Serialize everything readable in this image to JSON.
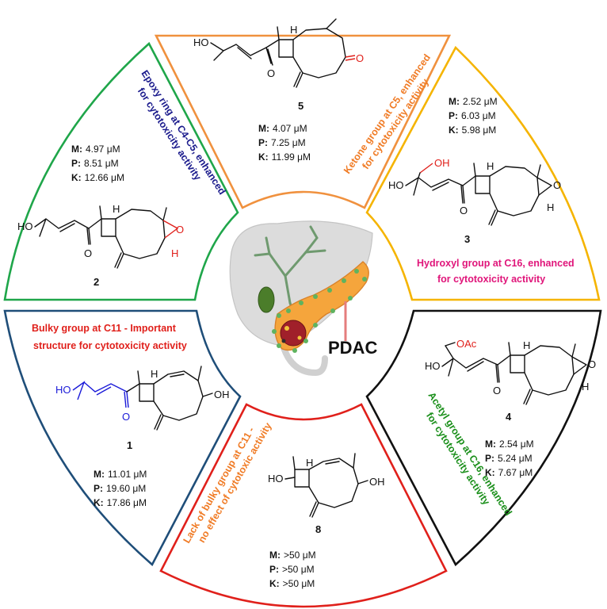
{
  "center": {
    "label": "PDAC"
  },
  "segments": [
    {
      "id": "seg-5",
      "compound": "5",
      "note": "Ketone group at C5, enhanced for cytotoxicity activity",
      "note_color": "#f07b25",
      "border_color": "#f0913e",
      "values": [
        {
          "key": "M:",
          "value": "4.07 μM"
        },
        {
          "key": "P:",
          "value": "7.25 μM"
        },
        {
          "key": "K:",
          "value": "11.99 μM"
        }
      ]
    },
    {
      "id": "seg-3",
      "compound": "3",
      "note": "Hydroxyl group at C16, enhanced for cytotoxicity activity",
      "note_color": "#e0157a",
      "border_color": "#f5b400",
      "values": [
        {
          "key": "M:",
          "value": "2.52 μM"
        },
        {
          "key": "P:",
          "value": "6.03 μM"
        },
        {
          "key": "K:",
          "value": "5.98 μM"
        }
      ]
    },
    {
      "id": "seg-4",
      "compound": "4",
      "note": "Acetyl group at C16, enhanced for cytotoxicity activity",
      "note_color": "#1a8f1a",
      "border_color": "#111111",
      "values": [
        {
          "key": "M:",
          "value": "2.54 μM"
        },
        {
          "key": "P:",
          "value": "5.24 μM"
        },
        {
          "key": "K:",
          "value": "7.67 μM"
        }
      ]
    },
    {
      "id": "seg-8",
      "compound": "8",
      "note": "Lack of bulky group at C11 - no effect of cytotoxic activity",
      "note_color": "#f07b25",
      "border_color": "#e0201b",
      "values": [
        {
          "key": "M:",
          "value": ">50 μM"
        },
        {
          "key": "P:",
          "value": ">50 μM"
        },
        {
          "key": "K:",
          "value": ">50 μM"
        }
      ]
    },
    {
      "id": "seg-1",
      "compound": "1",
      "note": "Bulky group at C11 - Important structure for cytotoxicity activity",
      "note_color": "#e0201b",
      "border_color": "#1f4e79",
      "values": [
        {
          "key": "M:",
          "value": "11.01 μM"
        },
        {
          "key": "P:",
          "value": "19.60 μM"
        },
        {
          "key": "K:",
          "value": "17.86 μM"
        }
      ]
    },
    {
      "id": "seg-2",
      "compound": "2",
      "note": "Epoxy ring at C4-C5, enhanced for cytotoxicity activity",
      "note_color": "#1a1a8c",
      "border_color": "#1fa64a",
      "values": [
        {
          "key": "M:",
          "value": "4.97 μM"
        },
        {
          "key": "P:",
          "value": "8.51 μM"
        },
        {
          "key": "K:",
          "value": "12.66 μM"
        }
      ]
    }
  ],
  "notes_lines": {
    "seg-5": [
      "Ketone group at C5, enhanced",
      "for cytotoxicity activity"
    ],
    "seg-3": [
      "Hydroxyl group at C16, enhanced",
      "for cytotoxicity activity"
    ],
    "seg-4": [
      "Acetyl group at C16, enhanced",
      "for cytotoxicity activity"
    ],
    "seg-8": [
      "Lack of bulky group at C11 -",
      "no effect of cytotoxic activity"
    ],
    "seg-1": [
      "Bulky group at C11 - Important",
      "structure for cytotoxicity activity"
    ],
    "seg-2": [
      "Epoxy ring at C4-C5, enhanced",
      "for cytotoxicity activity"
    ]
  },
  "atoms": {
    "ho": "HO",
    "oh": "OH",
    "o": "O",
    "h": "H",
    "oac": "OAc"
  }
}
